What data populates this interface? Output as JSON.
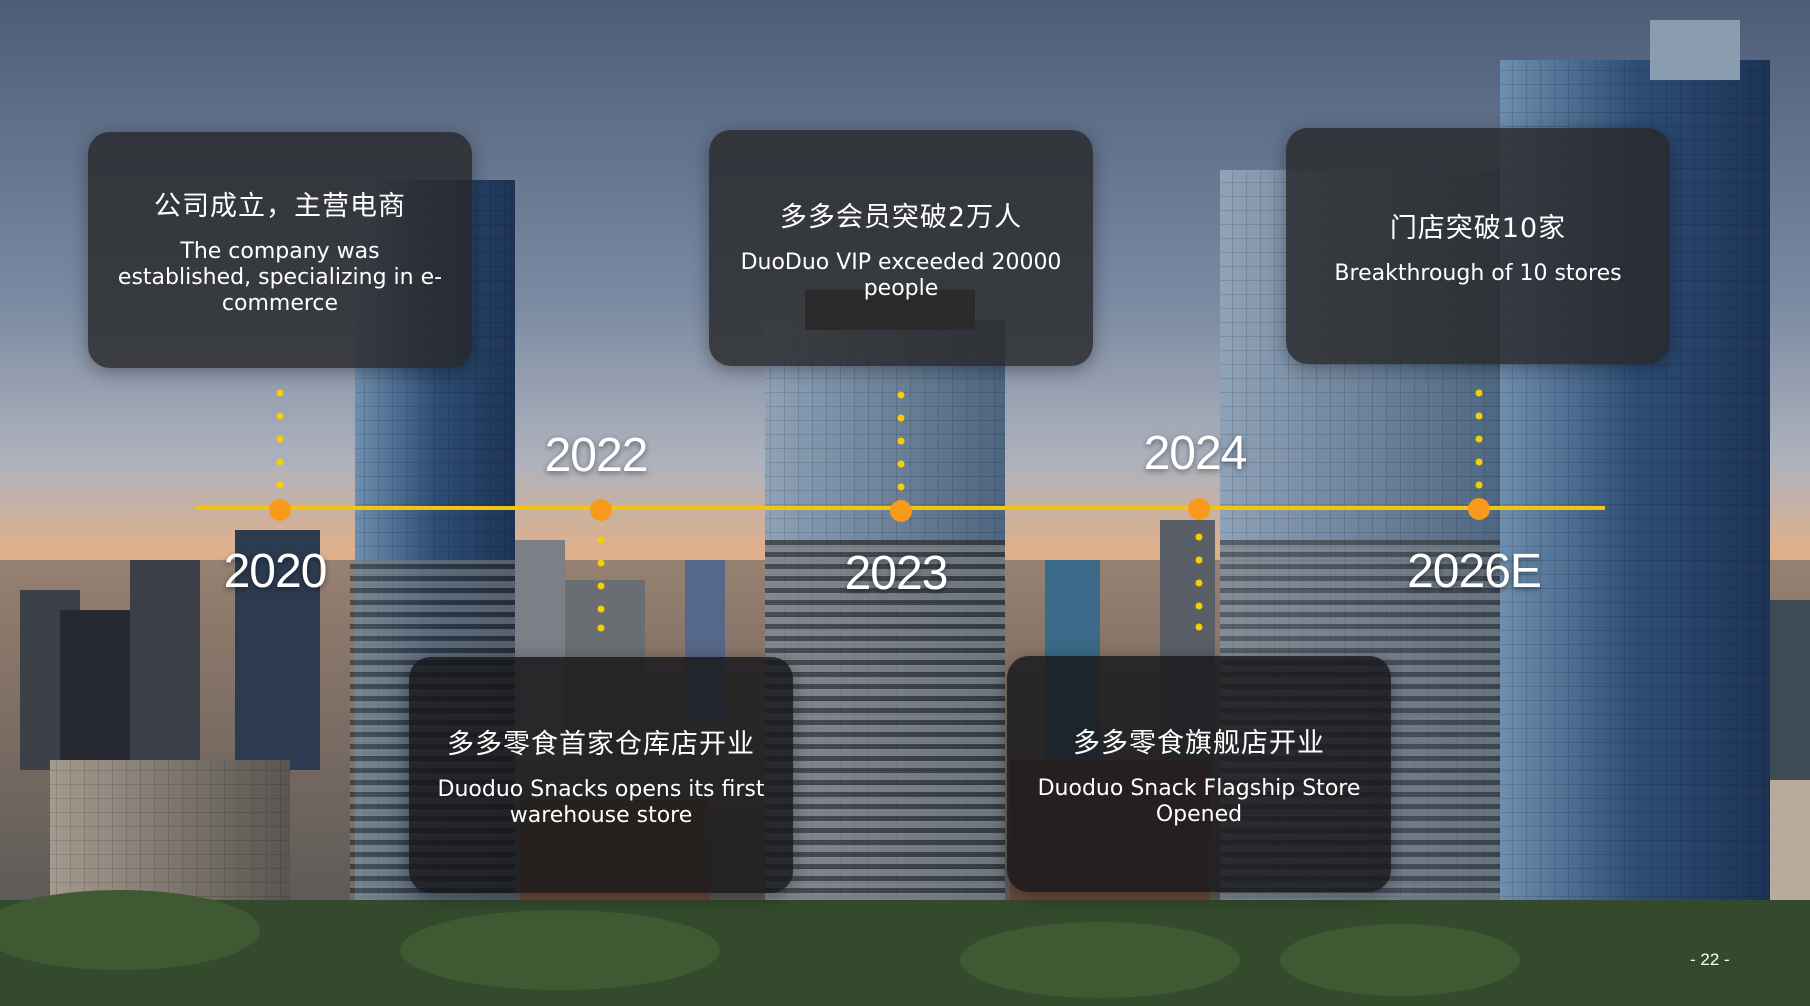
{
  "milestones": [
    {
      "year": "2020",
      "title_cn": "公司成立，主营电商",
      "title_en": "The company was established, specializing in e-commerce"
    },
    {
      "year": "2022",
      "title_cn": "多多零食首家仓库店开业",
      "title_en": "Duoduo Snacks opens its first warehouse store"
    },
    {
      "year": "2023",
      "title_cn": "多多会员突破2万人",
      "title_en": "DuoDuo VIP exceeded 20000 people"
    },
    {
      "year": "2024",
      "title_cn": "多多零食旗舰店开业",
      "title_en": "Duoduo Snack Flagship Store Opened"
    },
    {
      "year": "2026E",
      "title_cn": "门店突破10家",
      "title_en": "Breakthrough of 10 stores"
    }
  ],
  "page_number": "- 22 -",
  "colors": {
    "axis": "#f1c40f",
    "node": "#f79a1b",
    "dots": "#f5d000",
    "card_bg": "#2a2a2c"
  }
}
